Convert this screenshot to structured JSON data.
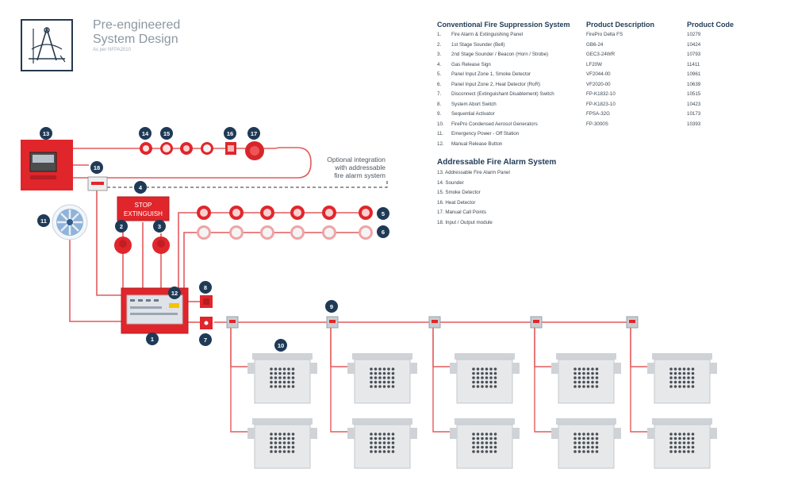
{
  "header": {
    "title_line1": "Pre-engineered",
    "title_line2": "System Design",
    "subtitle": "As per NFPA2010",
    "logo_icon": "drafting-compass-icon"
  },
  "conventional": {
    "heading": "Conventional Fire Suppression System",
    "desc_heading": "Product Description",
    "code_heading": "Product Code",
    "items": [
      {
        "num": "1.",
        "label": "Fire Alarm & Extinguishing Panel",
        "desc": "FirePro Delta FS",
        "code": "10279"
      },
      {
        "num": "2.",
        "label": "1st Stage Sounder (Bell)",
        "desc": "GB6-24",
        "code": "10424"
      },
      {
        "num": "3.",
        "label": "2nd Stage Sounder / Beacon (Horn / Strobe)",
        "desc": "GEC3-24WR",
        "code": "10793"
      },
      {
        "num": "4.",
        "label": "Gas Release Sign",
        "desc": "LF20W",
        "code": "11411"
      },
      {
        "num": "5.",
        "label": "Panel Input Zone 1, Smoke Detector",
        "desc": "VF2044-00",
        "code": "10961"
      },
      {
        "num": "6.",
        "label": "Panel Input Zone 2, Heat Detector (RoR)",
        "desc": "VF2020-00",
        "code": "10639"
      },
      {
        "num": "7.",
        "label": "Disconnect (Extinguishant Disablement) Switch",
        "desc": "FP-K1832-10",
        "code": "10515"
      },
      {
        "num": "8.",
        "label": "System Abort Switch",
        "desc": "FP-K1823-10",
        "code": "10423"
      },
      {
        "num": "9.",
        "label": "Sequential Activator",
        "desc": "FPSA-32G",
        "code": "10173"
      },
      {
        "num": "10.",
        "label": "FirePro Condensed Aerosol Generators",
        "desc": "FP-3000S",
        "code": "10393"
      },
      {
        "num": "11.",
        "label": "Emergency Power - Off Station",
        "desc": "",
        "code": ""
      },
      {
        "num": "12.",
        "label": "Manual Release Button",
        "desc": "",
        "code": ""
      }
    ]
  },
  "addressable": {
    "heading": "Addressable Fire Alarm System",
    "items": [
      "13. Addressable Fire Alarm Panel",
      "14. Sounder",
      "15. Smoke Detector",
      "16. Heat Detector",
      "17. Manual Call Points",
      "18. Input / Output module"
    ]
  },
  "diagram": {
    "note_line1": "Optional integration",
    "note_line2": "with addressable",
    "note_line3": "fire alarm system",
    "stop_sign_line1": "STOP",
    "stop_sign_line2": "EXTINGUISH",
    "badges": [
      "1",
      "2",
      "3",
      "4",
      "5",
      "6",
      "7",
      "8",
      "9",
      "10",
      "11",
      "12",
      "13",
      "14",
      "15",
      "16",
      "17",
      "18"
    ],
    "colors": {
      "red": "#e0262b",
      "dark_red": "#b51d21",
      "badge": "#1f3a56",
      "generator": "#e4e6e8",
      "line": "#e45a5d"
    }
  }
}
